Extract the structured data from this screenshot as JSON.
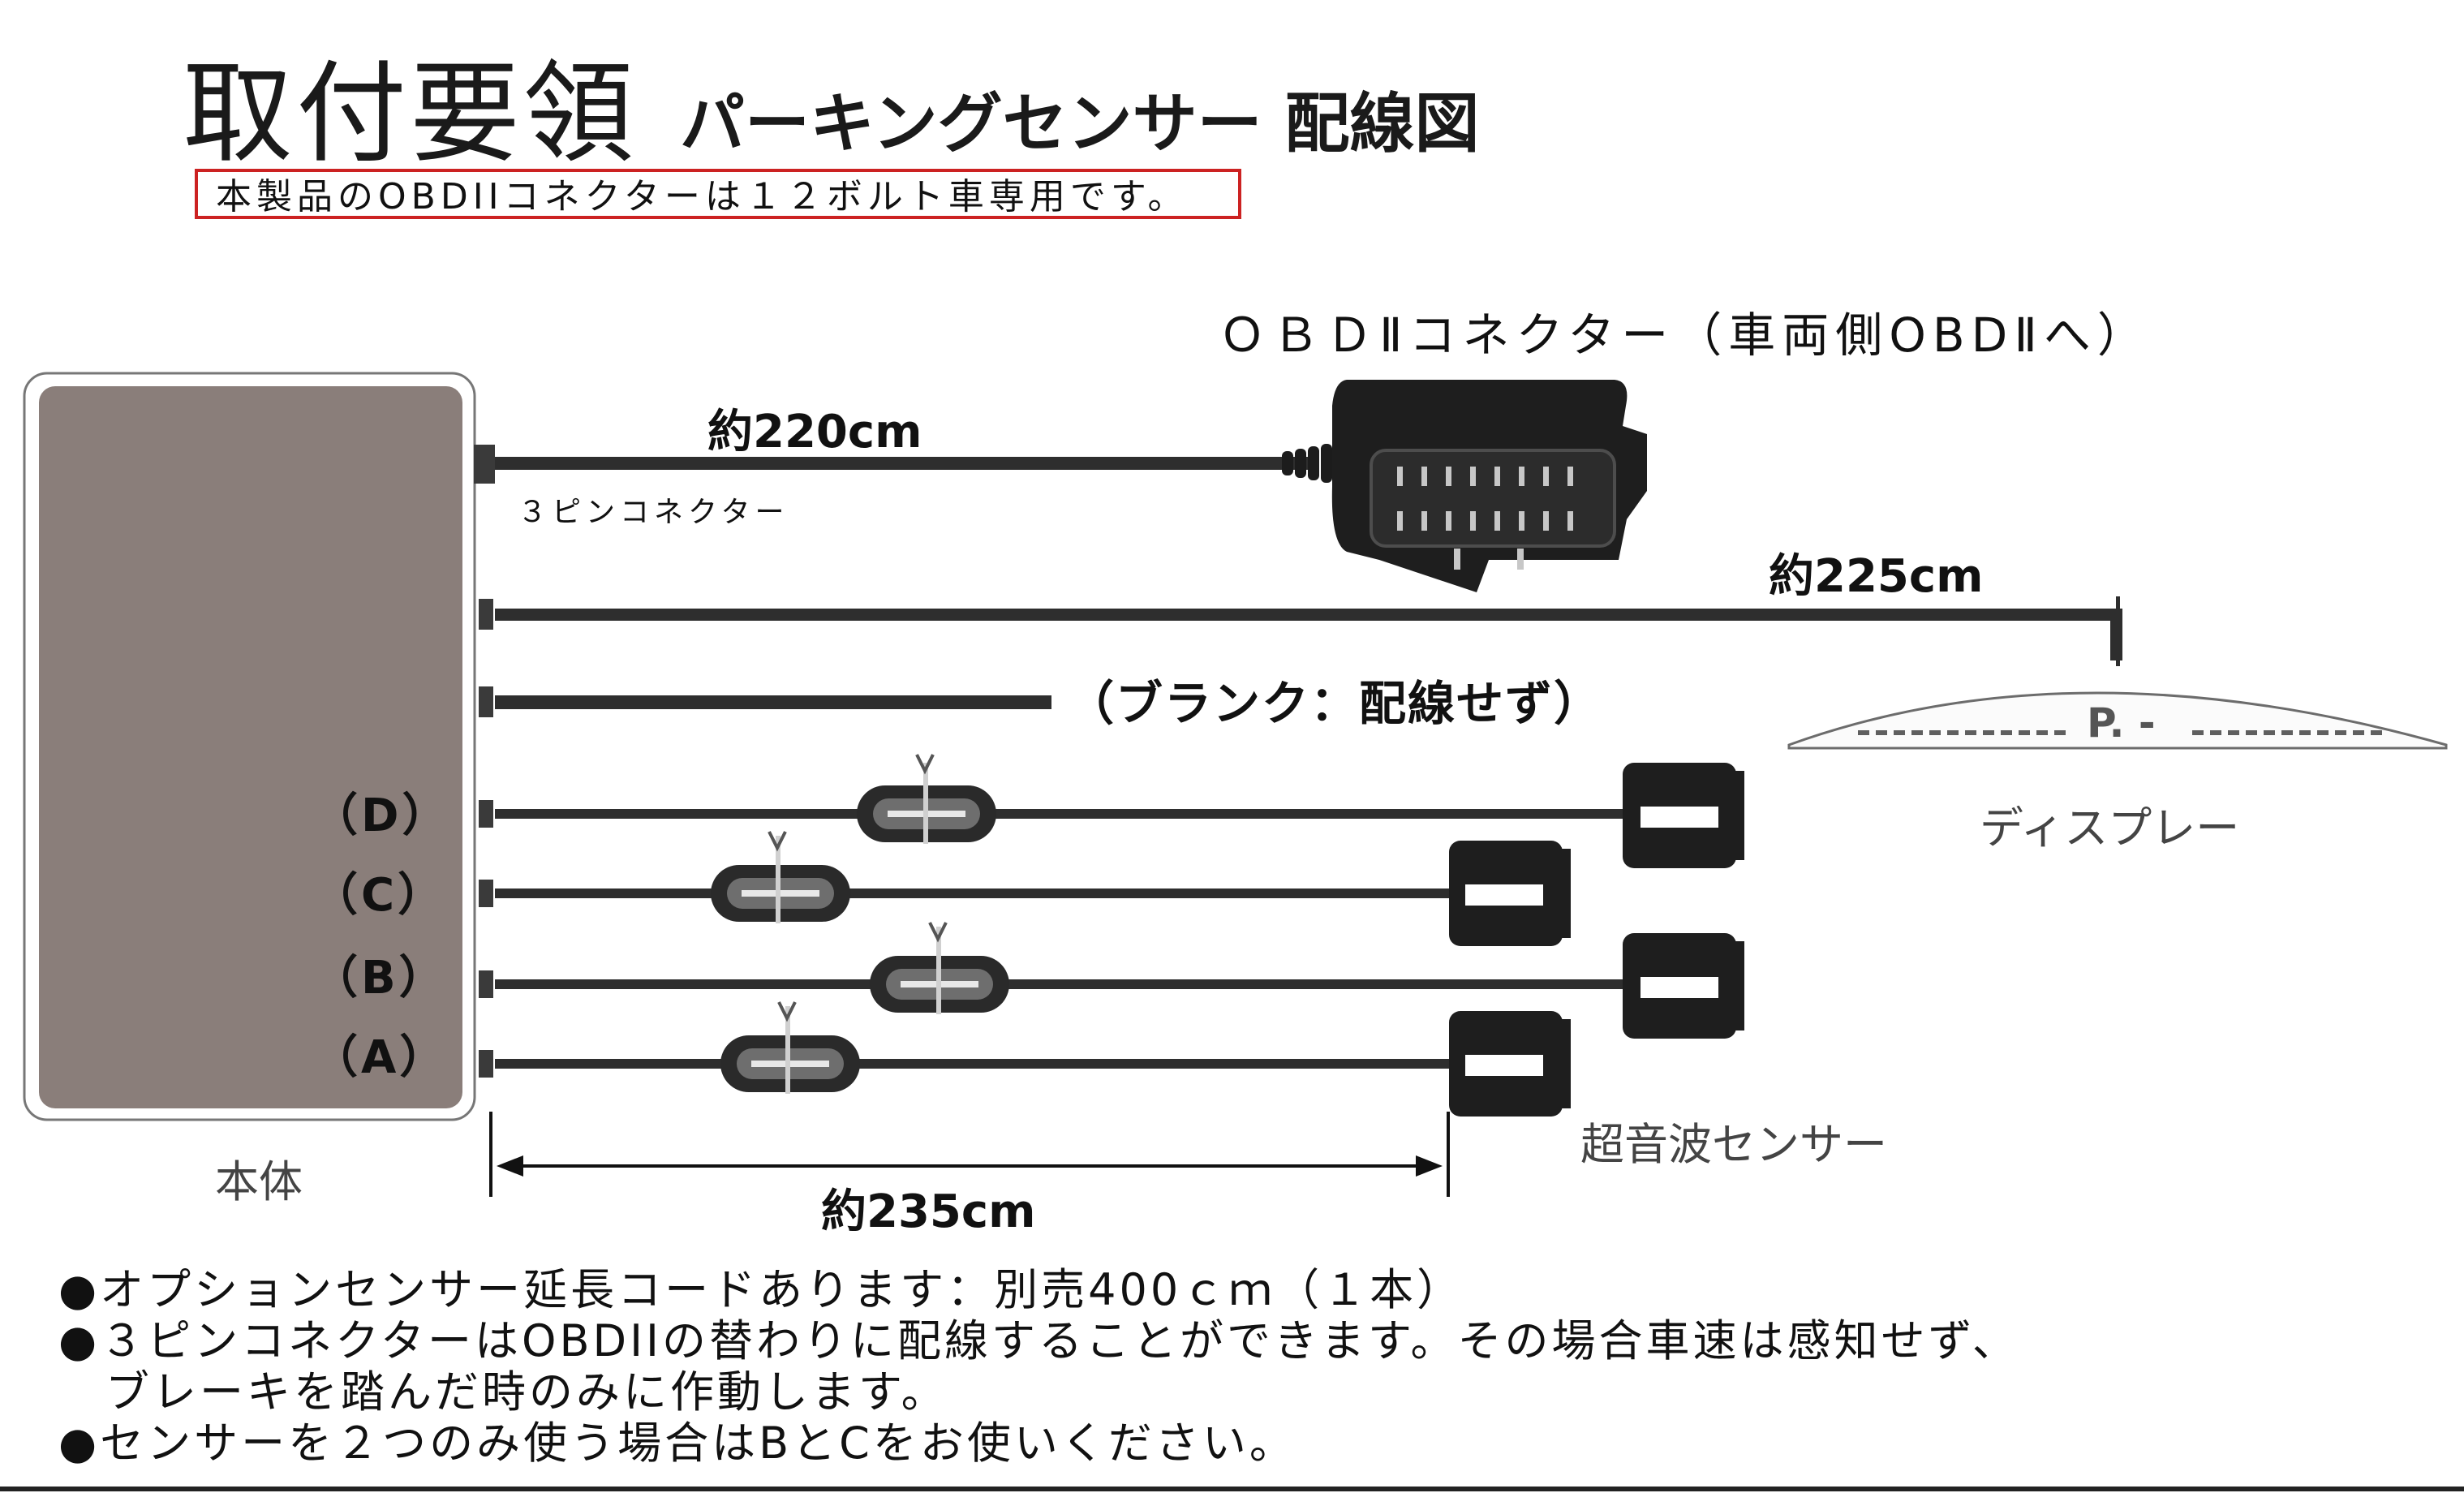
{
  "header": {
    "title": "取付要領",
    "subtitle": "パーキングセンサー 配線図",
    "notice": "本製品のOBDIIコネクターは１２ボルト車専用です。"
  },
  "diagram": {
    "obd_connector_label": "ＯＢＤⅡコネクター（車両側OBDⅡへ）",
    "cable_obd_length": "約220cm",
    "cable_display_length": "約225cm",
    "cable_sensor_length": "約235cm",
    "pin_connector_label": "３ピンコネクター",
    "blank_port_label": "（ブランク：配線せず）",
    "channels": [
      "（D）",
      "（C）",
      "（B）",
      "（A）"
    ],
    "display_label": "ディスプレー",
    "display_readout": "P. -",
    "sensor_label": "超音波センサー",
    "body_label": "本体"
  },
  "notes": [
    "●オプションセンサー延長コードあります：別売400ｃｍ（１本）",
    "●３ピンコネクターはOBDIIの替わりに配線することができます。その場合車速は感知せず、",
    "　ブレーキを踏んだ時のみに作動します。",
    "●センサーを２つのみ使う場合はBとCをお使いください。"
  ],
  "colors": {
    "notice_border": "#cc2222",
    "control_unit": "#8a7e7a",
    "cable": "#2e2e2e",
    "connector": "#1c1c1c"
  }
}
